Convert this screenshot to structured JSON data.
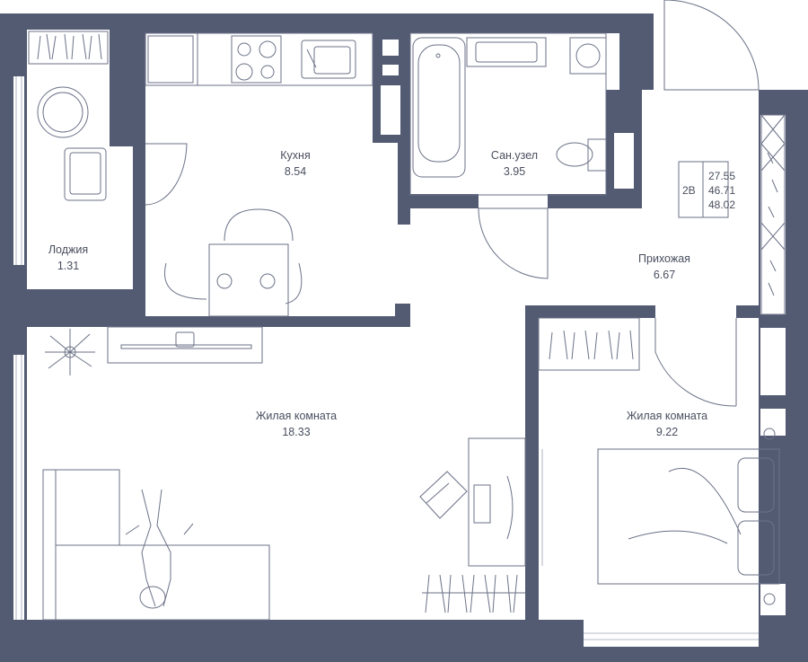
{
  "colors": {
    "wall": "#535b73",
    "line": "#6b7287",
    "text": "#4a4f5f",
    "background": "#ffffff"
  },
  "rooms": [
    {
      "id": "kitchen",
      "name": "Кухня",
      "area": "8.54"
    },
    {
      "id": "bathroom",
      "name": "Сан.узел",
      "area": "3.95"
    },
    {
      "id": "loggia",
      "name": "Лоджия",
      "area": "1.31"
    },
    {
      "id": "hallway",
      "name": "Прихожая",
      "area": "6.67"
    },
    {
      "id": "living-room",
      "name": "Жилая комната",
      "area": "18.33"
    },
    {
      "id": "bedroom",
      "name": "Жилая комната",
      "area": "9.22"
    }
  ],
  "apartment": {
    "type": "2В",
    "areas": [
      "27.55",
      "46.71",
      "48.02"
    ]
  },
  "icons": [
    "stove-icon",
    "sink-icon",
    "bathtub-icon",
    "toilet-icon",
    "washing-machine-icon",
    "bed-icon",
    "sofa-icon",
    "desk-icon",
    "office-chair-icon",
    "dining-table-icon",
    "plant-icon",
    "hanger-icon",
    "round-table-icon",
    "armchair-icon",
    "tv-icon"
  ]
}
